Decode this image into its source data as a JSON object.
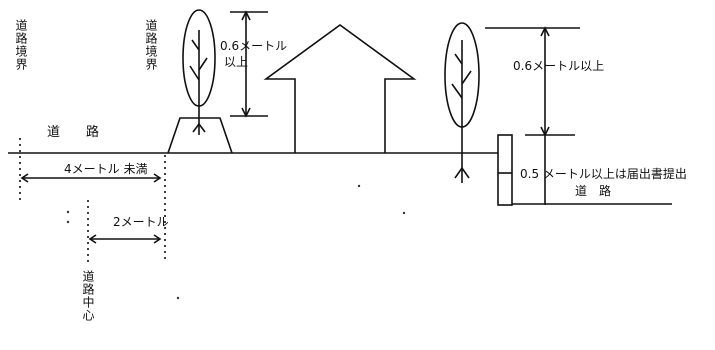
{
  "labels": {
    "road_boundary_left": "道路境界",
    "road_boundary_right": "道路境界",
    "road_left": "道　　路",
    "width_under_4m": "4メートル 未満",
    "half_2m": "2メートル",
    "road_center": "道路中心",
    "height_06_left_line1": "0.6メートル",
    "height_06_left_line2": "以上",
    "height_06_right": "0.6メートル以上",
    "notice_05": "0.5 メートル以上は届出書提出",
    "road_right": "道　路"
  }
}
